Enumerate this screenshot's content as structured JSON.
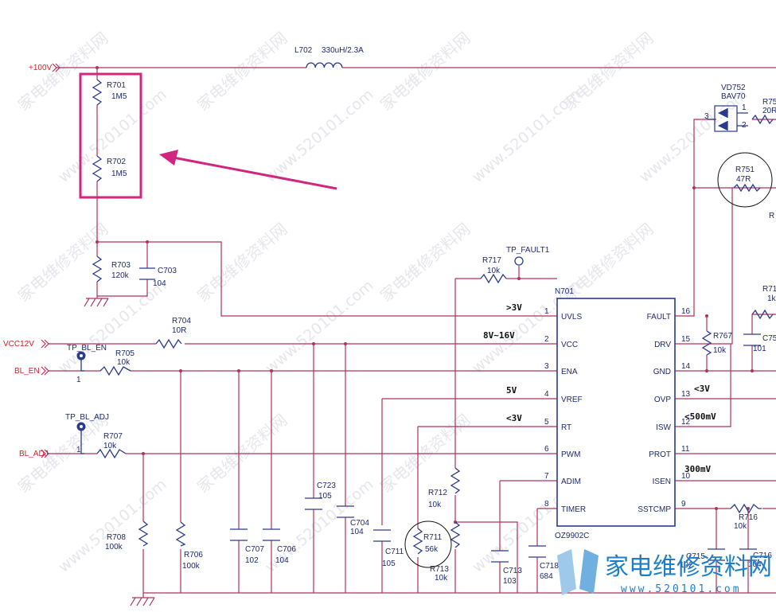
{
  "nets": {
    "v100": "+100V",
    "vcc12": "VCC12V",
    "bl_en": "BL_EN",
    "bl_adj": "BL_ADJ"
  },
  "inductor": {
    "ref": "L702",
    "value": "330uH/2.3A"
  },
  "diode": {
    "ref": "VD752",
    "value": "BAV70",
    "pin1": "1",
    "pin2": "2",
    "pin3": "3"
  },
  "resistors": {
    "r701": {
      "ref": "R701",
      "value": "1M5"
    },
    "r702": {
      "ref": "R702",
      "value": "1M5"
    },
    "r703": {
      "ref": "R703",
      "value": "120k"
    },
    "r704": {
      "ref": "R704",
      "value": "10R"
    },
    "r705": {
      "ref": "R705",
      "value": "10k"
    },
    "r706": {
      "ref": "R706",
      "value": "100k"
    },
    "r707": {
      "ref": "R707",
      "value": "10k"
    },
    "r708": {
      "ref": "R708",
      "value": "100k"
    },
    "r711": {
      "ref": "R711",
      "value": "56k"
    },
    "r712": {
      "ref": "R712",
      "value": "10k"
    },
    "r713": {
      "ref": "R713",
      "value": "10k"
    },
    "r716": {
      "ref": "R716",
      "value": "10k"
    },
    "r717": {
      "ref": "R717",
      "value": "10k"
    },
    "r751": {
      "ref": "R751",
      "value": "47R"
    },
    "r767": {
      "ref": "R767",
      "value": "10k"
    },
    "r75x": {
      "ref": "R75",
      "value": "20R"
    },
    "r71x": {
      "ref": "R71",
      "value": "1k"
    },
    "r_edge": {
      "ref": "R"
    }
  },
  "capacitors": {
    "c703": {
      "ref": "C703",
      "value": "104"
    },
    "c704": {
      "ref": "C704",
      "value": "104"
    },
    "c706": {
      "ref": "C706",
      "value": "104"
    },
    "c707": {
      "ref": "C707",
      "value": "102"
    },
    "c711": {
      "ref": "C711",
      "value": "105"
    },
    "c713": {
      "ref": "C713",
      "value": "103"
    },
    "c715": {
      "ref": "C715",
      "value": "102"
    },
    "c716": {
      "ref": "C716",
      "value": "104"
    },
    "c718": {
      "ref": "C718",
      "value": "684"
    },
    "c723": {
      "ref": "C723",
      "value": "105"
    },
    "c75x": {
      "ref": "C75",
      "value": "101"
    }
  },
  "testpoints": {
    "fault": "TP_FAULT1",
    "bl_en": "TP_BL_EN",
    "bl_adj": "TP_BL_ADJ",
    "pin_en": "1",
    "pin_adj": "1"
  },
  "ic": {
    "ref": "N701",
    "part": "OZ9902C",
    "left_pins": [
      {
        "num": "1",
        "name": "UVLS",
        "note": ">3V"
      },
      {
        "num": "2",
        "name": "VCC",
        "note": "8V~16V"
      },
      {
        "num": "3",
        "name": "ENA",
        "note": ""
      },
      {
        "num": "4",
        "name": "VREF",
        "note": "5V"
      },
      {
        "num": "5",
        "name": "RT",
        "note": "<3V"
      },
      {
        "num": "6",
        "name": "PWM",
        "note": ""
      },
      {
        "num": "7",
        "name": "ADIM",
        "note": ""
      },
      {
        "num": "8",
        "name": "TIMER",
        "note": ""
      }
    ],
    "right_pins": [
      {
        "num": "16",
        "name": "FAULT",
        "note": ""
      },
      {
        "num": "15",
        "name": "DRV",
        "note": ""
      },
      {
        "num": "14",
        "name": "GND",
        "note": ""
      },
      {
        "num": "13",
        "name": "OVP",
        "note": "<3V"
      },
      {
        "num": "12",
        "name": "ISW",
        "note": "<500mV"
      },
      {
        "num": "11",
        "name": "PROT",
        "note": ""
      },
      {
        "num": "10",
        "name": "ISEN",
        "note": "300mV"
      },
      {
        "num": "9",
        "name": "SSTCMP",
        "note": ""
      }
    ]
  },
  "watermark": {
    "cn": "家电维修资料网",
    "url": "www.520101.com",
    "logo_cn": "家电维修资料网",
    "logo_url": "www.520101.com"
  },
  "colors": {
    "wire": "#b0325a",
    "component": "#2a3a8c",
    "net_label": "#d2232a",
    "highlight": "#d0267f",
    "logo": "#1e7fc8"
  }
}
